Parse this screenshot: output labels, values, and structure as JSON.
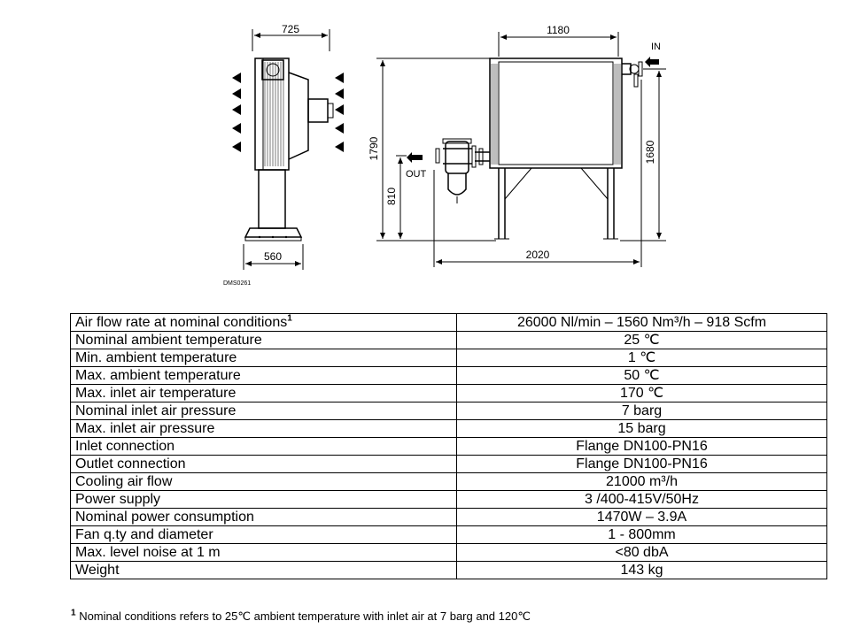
{
  "drawing": {
    "dim_width_side": "725",
    "dim_base_side": "560",
    "dim_length_top": "1180",
    "dim_length_bottom": "2020",
    "dim_height_total": "1790",
    "dim_height_outlet": "810",
    "dim_height_cooler": "1680",
    "label_in": "IN",
    "label_out": "OUT",
    "drawing_code": "DMS0261"
  },
  "specs": {
    "rows": [
      {
        "label": "Air flow rate at nominal conditions",
        "note": "1",
        "value": "26000 Nl/min – 1560 Nm³/h – 918 Scfm"
      },
      {
        "label": "Nominal ambient temperature",
        "note": "",
        "value": "25 ℃"
      },
      {
        "label": "Min. ambient temperature",
        "note": "",
        "value": "1 ℃"
      },
      {
        "label": "Max. ambient temperature",
        "note": "",
        "value": "50 ℃"
      },
      {
        "label": "Max. inlet air temperature",
        "note": "",
        "value": "170 ℃"
      },
      {
        "label": "Nominal inlet air pressure",
        "note": "",
        "value": "7 barg"
      },
      {
        "label": "Max. inlet air pressure",
        "note": "",
        "value": "15 barg"
      },
      {
        "label": "Inlet connection",
        "note": "",
        "value": "Flange DN100-PN16"
      },
      {
        "label": "Outlet connection",
        "note": "",
        "value": "Flange DN100-PN16"
      },
      {
        "label": "Cooling air flow",
        "note": "",
        "value": "21000 m³/h"
      },
      {
        "label": "Power supply",
        "note": "",
        "value": "3 /400-415V/50Hz"
      },
      {
        "label": "Nominal power consumption",
        "note": "",
        "value": "1470W – 3.9A"
      },
      {
        "label": "Fan q.ty and diameter",
        "note": "",
        "value": "1 - 800mm"
      },
      {
        "label": "Max. level noise at 1 m",
        "note": "",
        "value": "<80 dbA"
      },
      {
        "label": "Weight",
        "note": "",
        "value": "143 kg"
      }
    ]
  },
  "footnote": {
    "marker": "1",
    "text": "Nominal conditions refers to 25℃ ambient temperature  with inlet air at 7 barg and 120℃"
  }
}
